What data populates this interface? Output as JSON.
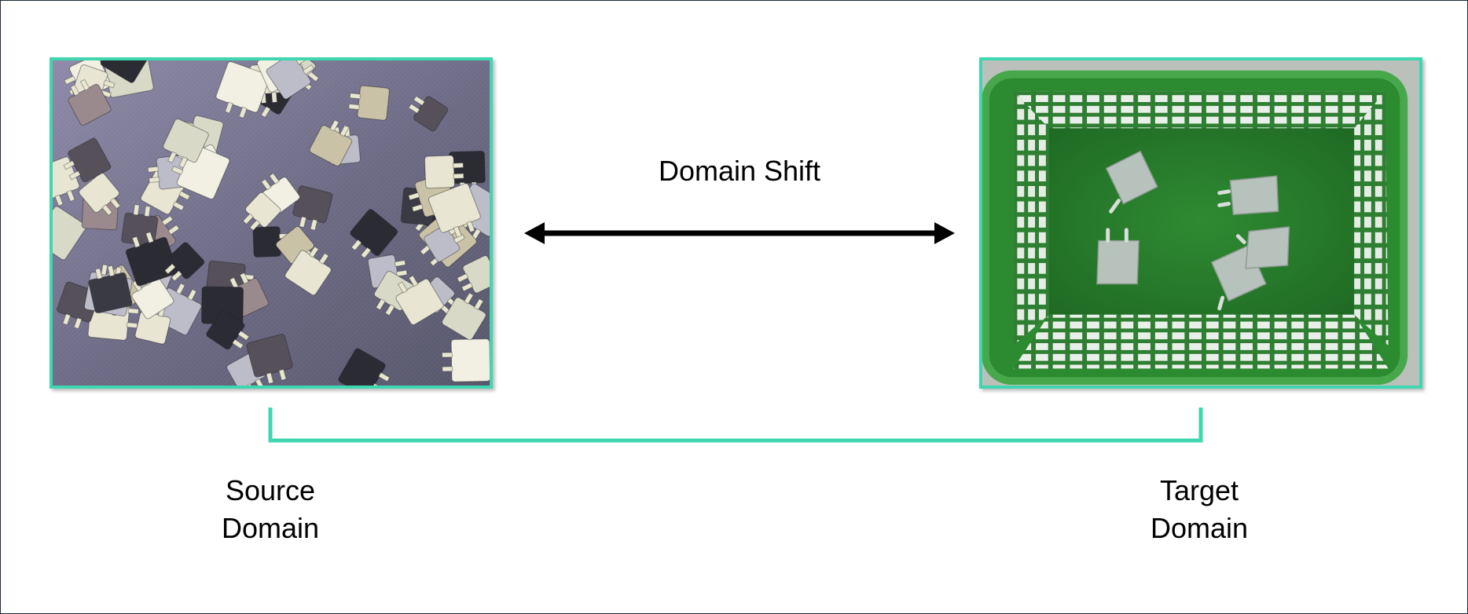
{
  "diagram": {
    "shift_label": "Domain Shift",
    "source_label": {
      "line1": "Source",
      "line2": "Domain"
    },
    "target_label": {
      "line1": "Target",
      "line2": "Domain"
    },
    "colors": {
      "accent": "#3fd6b0",
      "arrow": "#000000",
      "source_background": "#6f6f86",
      "target_background": "#2e7d2e"
    },
    "source_image": {
      "description_icon": "synthetic-bin-parts-image"
    },
    "target_image": {
      "description_icon": "real-green-basket-image"
    }
  }
}
